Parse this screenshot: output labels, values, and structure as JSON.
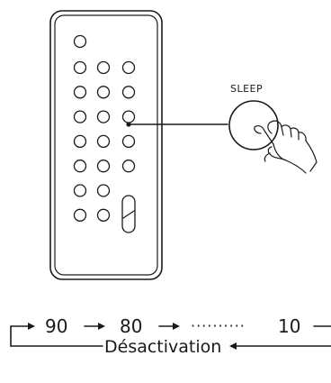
{
  "remote": {
    "button_label": "SLEEP",
    "grid_rows": 7,
    "grid_cols": 3
  },
  "sequence": {
    "step1": "90",
    "step2": "80",
    "ellipsis": "··········",
    "step3": "10",
    "off_label": "Désactivation"
  },
  "colors": {
    "ink": "#1a1a1a",
    "background": "#ffffff"
  }
}
